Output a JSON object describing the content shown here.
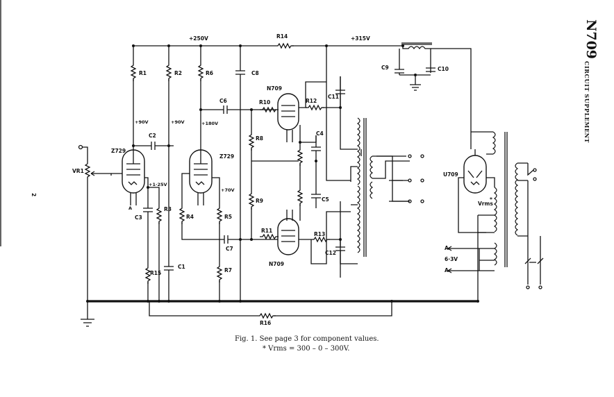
{
  "header": {
    "title": "N709",
    "subtitle": "CIRCUIT SUPPLEMENT",
    "page_number": "2"
  },
  "rails": {
    "hv250": "+250V",
    "hv315": "+315V"
  },
  "tubes": {
    "z1": "Z729",
    "z2": "Z729",
    "n1": "N709",
    "n2": "N709",
    "rect": "U709"
  },
  "voltages": {
    "v90a": "+90V",
    "v90b": "+90V",
    "v180": "+180V",
    "v125": "+1·25V",
    "v70": "+70V",
    "vrms": "Vrms",
    "vrms_star": "*"
  },
  "components": {
    "r1": "R1",
    "r2": "R2",
    "r3": "R3",
    "r4": "R4",
    "r5": "R5",
    "r6": "R6",
    "r7": "R7",
    "r8": "R8",
    "r9": "R9",
    "r10": "R10",
    "r11": "R11",
    "r12": "R12",
    "r13": "R13",
    "r14": "R14",
    "r15": "R15",
    "r16": "R16",
    "c1": "C1",
    "c2": "C2",
    "c3": "C3",
    "c4": "C4",
    "c5": "C5",
    "c6": "C6",
    "c7": "C7",
    "c8": "C8",
    "c9": "C9",
    "c10": "C10",
    "c11": "C11",
    "c12": "C12",
    "vr1": "VR1"
  },
  "heater": {
    "a1": "A",
    "v63": "6·3V",
    "a2": "A",
    "pin_a": "A"
  },
  "caption": {
    "line1": "Fig. 1.    See page 3 for component values.",
    "line2": "* Vrms  =  300 – 0 – 300V."
  }
}
